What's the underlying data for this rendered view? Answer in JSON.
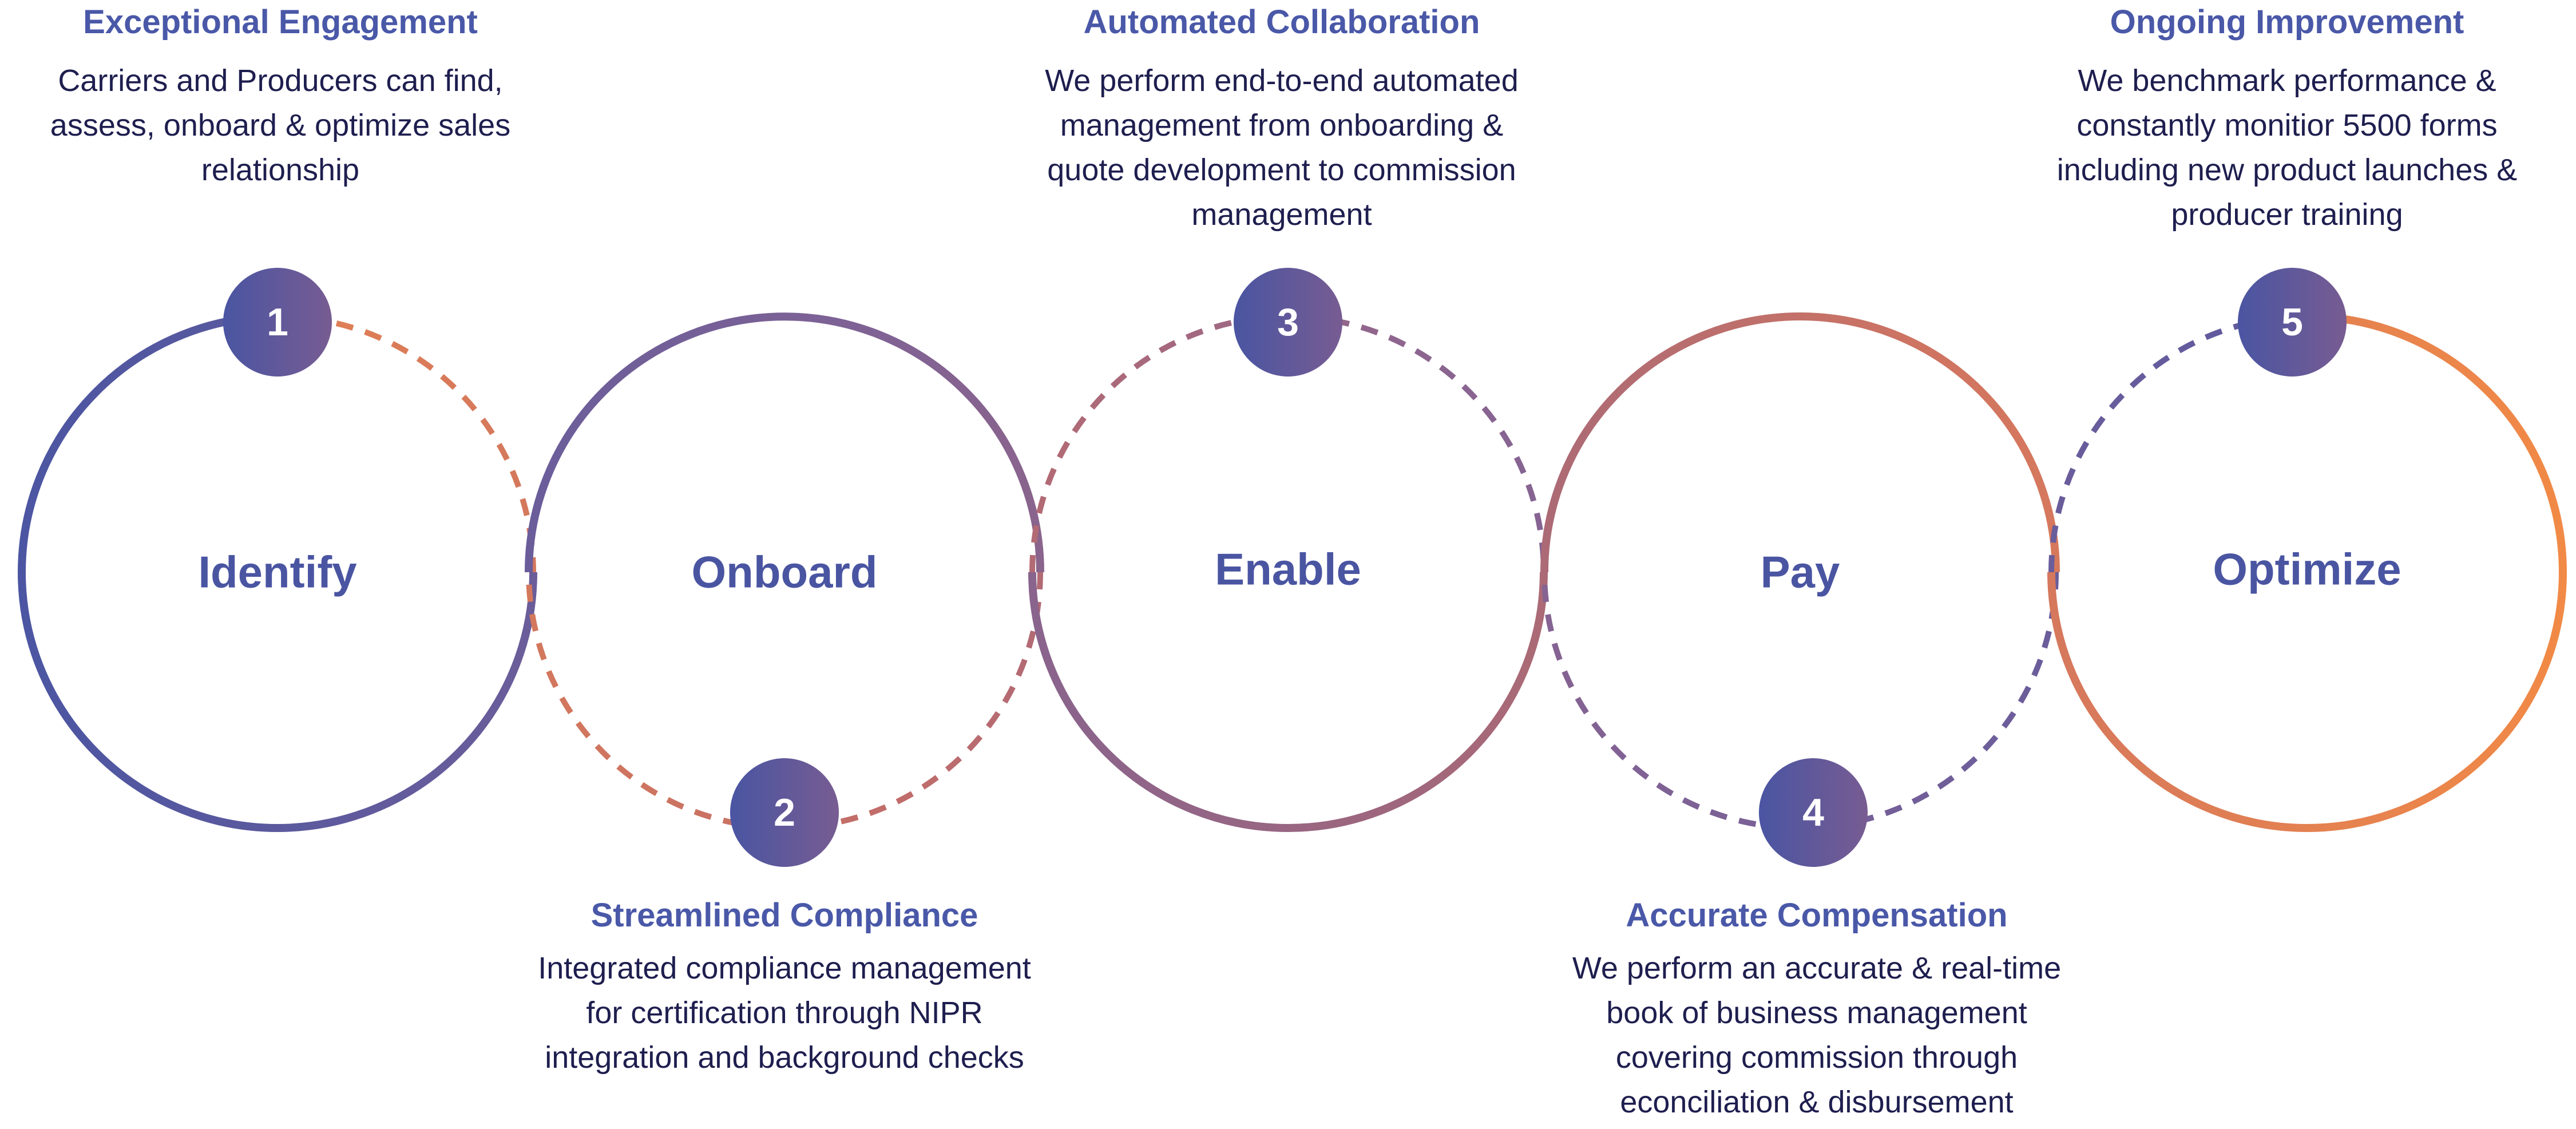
{
  "colors": {
    "blue": "#4a55a2",
    "purple": "#7c6193",
    "orange": "#f28a45",
    "text": "#1e1e4f",
    "title": "#4a58a8"
  },
  "stages": [
    {
      "number": "1",
      "label": "Identify",
      "title": "Exceptional Engagement",
      "lines": [
        "Carriers and Producers can find,",
        "assess, onboard & optimize sales",
        "relationship"
      ]
    },
    {
      "number": "2",
      "label": "Onboard",
      "title": "Streamlined Compliance",
      "lines": [
        "Integrated compliance management",
        "for certification through NIPR",
        "integration and background checks"
      ]
    },
    {
      "number": "3",
      "label": "Enable",
      "title": "Automated Collaboration",
      "lines": [
        "We perform end-to-end automated",
        "management from onboarding &",
        "quote development to commission",
        "management"
      ]
    },
    {
      "number": "4",
      "label": "Pay",
      "title": "Accurate Compensation",
      "lines": [
        "We perform an accurate & real-time",
        "book of business management",
        "covering commission through",
        "econciliation & disbursement"
      ]
    },
    {
      "number": "5",
      "label": "Optimize",
      "title": "Ongoing Improvement",
      "lines": [
        "We benchmark performance &",
        "constantly monitior 5500 forms",
        "including new product launches &",
        "producer training"
      ]
    }
  ]
}
